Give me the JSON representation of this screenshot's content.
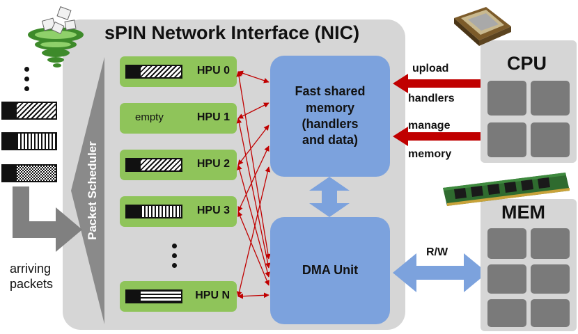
{
  "nic": {
    "title": "sPIN Network Interface (NIC)",
    "scheduler_label": "Packet Scheduler"
  },
  "hpus": [
    {
      "label": "HPU 0",
      "pattern": "diagonal"
    },
    {
      "label": "HPU 1",
      "pattern": "empty",
      "empty_text": "empty"
    },
    {
      "label": "HPU 2",
      "pattern": "diagonal"
    },
    {
      "label": "HPU 3",
      "pattern": "vertical"
    },
    {
      "label": "HPU N",
      "pattern": "horizontal"
    }
  ],
  "memory": {
    "line1": "Fast shared",
    "line2": "memory",
    "line3": "(handlers",
    "line4": "and data)"
  },
  "dma": {
    "label": "DMA Unit"
  },
  "cpu": {
    "title": "CPU",
    "upload": "upload",
    "handlers": "handlers",
    "manage": "manage",
    "memory": "memory"
  },
  "mem": {
    "title": "MEM",
    "rw": "R/W"
  },
  "arrivals": {
    "line1": "arriving",
    "line2": "packets"
  },
  "colors": {
    "nic_bg": "#d6d6d6",
    "hpu": "#8fc45a",
    "block": "#7ca2dd",
    "red_arrow": "#c00000",
    "chip": "#7a7a7a"
  },
  "icons": [
    "tornado-boxes-icon",
    "cpu-chip-icon",
    "ram-module-icon"
  ]
}
